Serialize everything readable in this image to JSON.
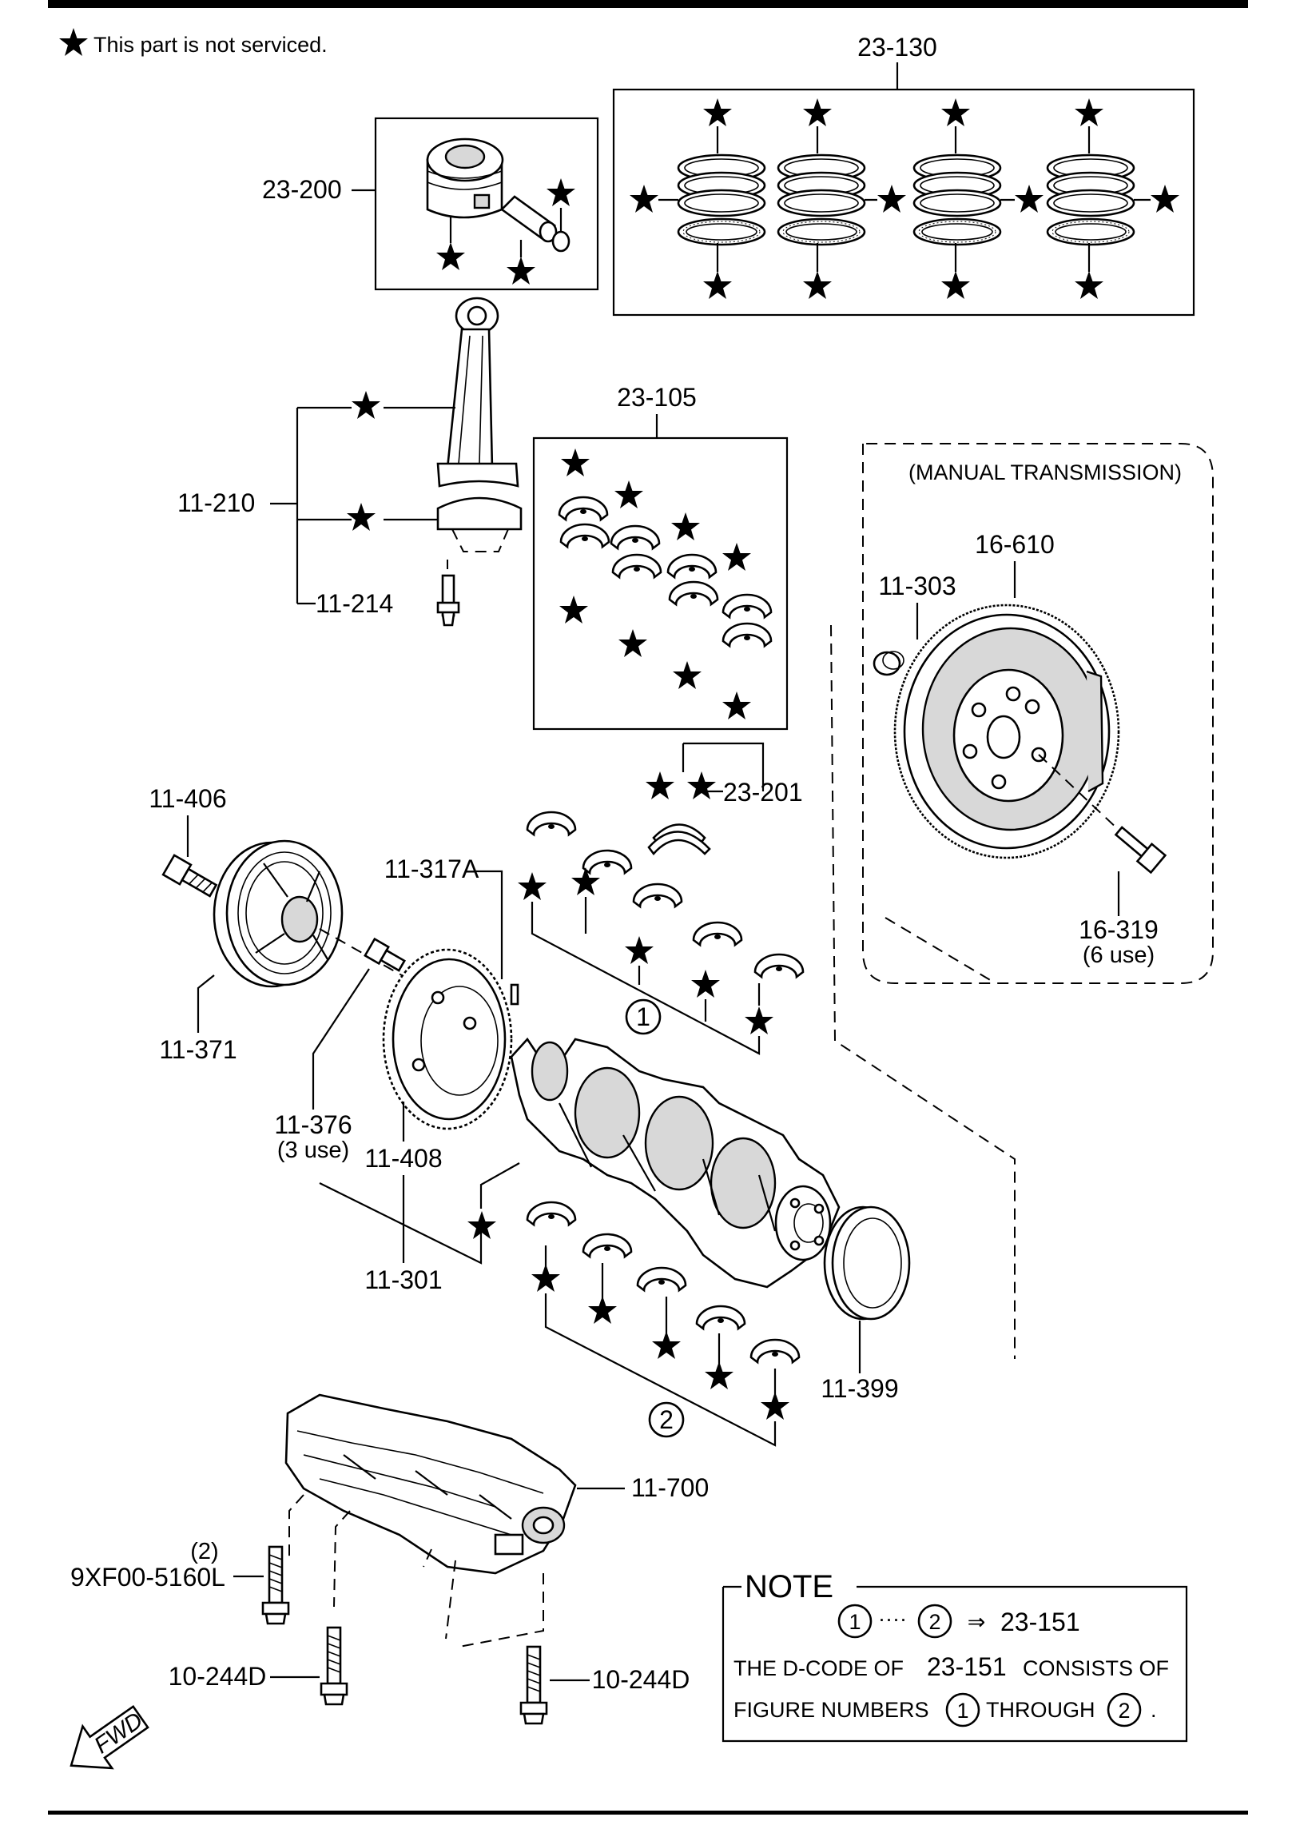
{
  "header": {
    "legend_text": "This part is not serviced."
  },
  "callouts": {
    "piston_rings": "23-130",
    "piston": "23-200",
    "conrod_bearing": "23-105",
    "conrod": "11-210",
    "conrod_bolt": "11-214",
    "manual_transmission": "(MANUAL TRANSMISSION)",
    "flywheel": "16-610",
    "pilot_bearing": "11-303",
    "thrust_bearing": "23-201",
    "pulley_bolt": "11-406",
    "key": "11-317A",
    "flywheel_bolt": "16-319",
    "flywheel_bolt_qty": "(6 use)",
    "pulley": "11-371",
    "plate_bolt": "11-376",
    "plate_bolt_qty": "(3 use)",
    "pulse_plate": "11-408",
    "crankshaft": "11-301",
    "rear_seal": "11-399",
    "balancer": "11-700",
    "balancer_bolt_qty": "(2)",
    "balancer_bolt": "9XF00-5160L",
    "balancer_bolt_left": "10-244D",
    "balancer_bolt_right": "10-244D",
    "group_1": "1",
    "group_2": "2",
    "fwd": "FWD"
  },
  "note": {
    "title": "NOTE",
    "range_from": "1",
    "range_dots": "····",
    "range_to": "2",
    "arrow": "⇒",
    "range_code": "23-151",
    "line2_a": "THE D-CODE OF",
    "line2_code": "23-151",
    "line2_b": "CONSISTS OF",
    "line3_a": "FIGURE NUMBERS",
    "line3_from": "1",
    "line3_mid": "THROUGH",
    "line3_to": "2",
    "line3_end": "."
  },
  "icons": [
    "star-icon",
    "fwd-arrow-icon"
  ]
}
